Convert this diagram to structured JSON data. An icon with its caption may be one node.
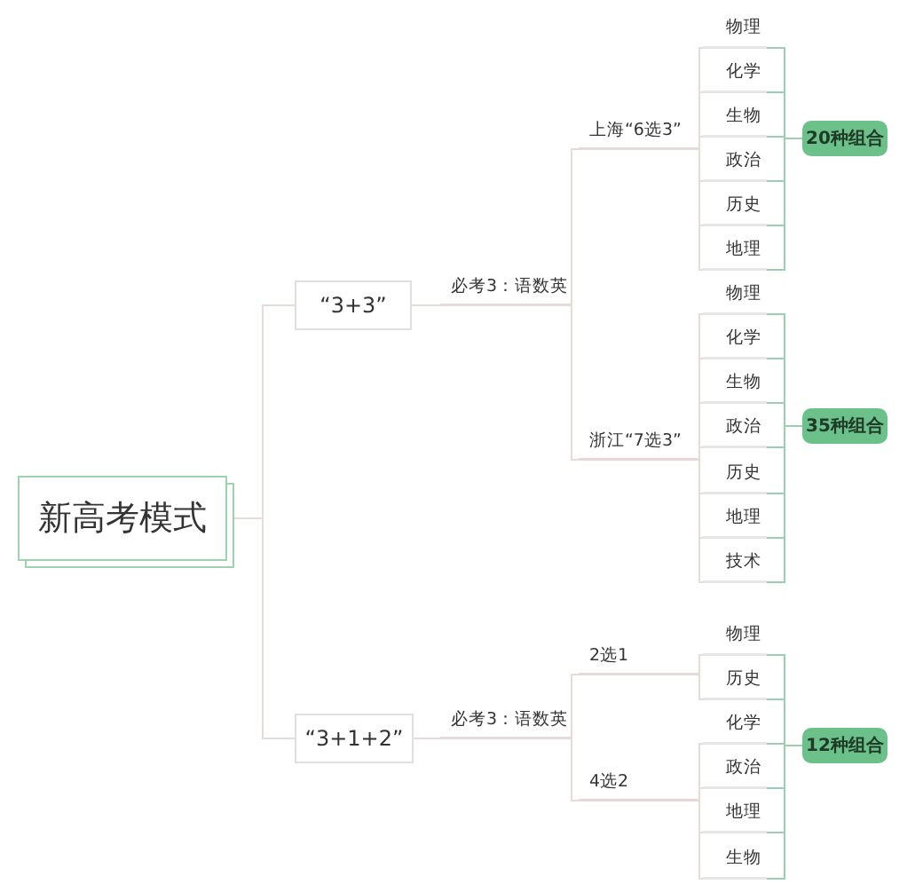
{
  "diagram": {
    "nodes": [
      {
        "text": [
          "新高考模式"
        ]
      },
      {
        "text": [
          "“3+3”"
        ]
      },
      {
        "text": [
          "必考3：语数英"
        ]
      },
      {
        "text": [
          "上海“6选3”"
        ]
      },
      {
        "text": [
          "物理"
        ]
      },
      {
        "text": [
          "化学"
        ]
      },
      {
        "text": [
          "生物"
        ]
      },
      {
        "text": [
          "政治"
        ]
      },
      {
        "text": [
          "历史"
        ]
      },
      {
        "text": [
          "地理"
        ]
      },
      {
        "text": [
          "20种组合"
        ]
      },
      {
        "text": [
          "浙江“7选3”"
        ]
      },
      {
        "text": [
          "物理"
        ]
      },
      {
        "text": [
          "化学"
        ]
      },
      {
        "text": [
          "生物"
        ]
      },
      {
        "text": [
          "政治"
        ]
      },
      {
        "text": [
          "历史"
        ]
      },
      {
        "text": [
          "地理"
        ]
      },
      {
        "text": [
          "技术"
        ]
      },
      {
        "text": [
          "35种组合"
        ]
      },
      {
        "text": [
          "“3+1+2”"
        ]
      },
      {
        "text": [
          "必考3：语数英"
        ]
      },
      {
        "text": [
          "2选1"
        ]
      },
      {
        "text": [
          "物理"
        ]
      },
      {
        "text": [
          "历史"
        ]
      },
      {
        "text": [
          "4选2"
        ]
      },
      {
        "text": [
          "化学"
        ]
      },
      {
        "text": [
          "政治"
        ]
      },
      {
        "text": [
          "地理"
        ]
      },
      {
        "text": [
          "生物"
        ]
      },
      {
        "text": [
          "12种组合"
        ]
      }
    ],
    "edges": [
      {
        "from": 0,
        "to": 1,
        "arrow": "none"
      },
      {
        "from": 0,
        "to": 20,
        "arrow": "none"
      },
      {
        "from": 1,
        "to": 2,
        "arrow": "none"
      },
      {
        "from": 2,
        "to": 3,
        "arrow": "none"
      },
      {
        "from": 2,
        "to": 11,
        "arrow": "none"
      },
      {
        "from": 3,
        "to": 4,
        "arrow": "none"
      },
      {
        "from": 3,
        "to": 5,
        "arrow": "none"
      },
      {
        "from": 3,
        "to": 6,
        "arrow": "none"
      },
      {
        "from": 3,
        "to": 7,
        "arrow": "none"
      },
      {
        "from": 3,
        "to": 8,
        "arrow": "none"
      },
      {
        "from": 3,
        "to": 9,
        "arrow": "none"
      },
      {
        "from": 4,
        "to": 10,
        "arrow": "none",
        "color": "#9ccfae"
      },
      {
        "from": 5,
        "to": 10,
        "arrow": "none",
        "color": "#9ccfae"
      },
      {
        "from": 6,
        "to": 10,
        "arrow": "none",
        "color": "#9ccfae"
      },
      {
        "from": 7,
        "to": 10,
        "arrow": "none",
        "color": "#9ccfae"
      },
      {
        "from": 8,
        "to": 10,
        "arrow": "none",
        "color": "#9ccfae"
      },
      {
        "from": 9,
        "to": 10,
        "arrow": "none",
        "color": "#9ccfae"
      },
      {
        "from": 11,
        "to": 12,
        "arrow": "none"
      },
      {
        "from": 11,
        "to": 13,
        "arrow": "none"
      },
      {
        "from": 11,
        "to": 14,
        "arrow": "none"
      },
      {
        "from": 11,
        "to": 15,
        "arrow": "none"
      },
      {
        "from": 11,
        "to": 16,
        "arrow": "none"
      },
      {
        "from": 11,
        "to": 17,
        "arrow": "none"
      },
      {
        "from": 11,
        "to": 18,
        "arrow": "none"
      },
      {
        "from": 12,
        "to": 19,
        "arrow": "none",
        "color": "#9ccfae"
      },
      {
        "from": 13,
        "to": 19,
        "arrow": "none",
        "color": "#9ccfae"
      },
      {
        "from": 14,
        "to": 19,
        "arrow": "none",
        "color": "#9ccfae"
      },
      {
        "from": 15,
        "to": 19,
        "arrow": "none",
        "color": "#9ccfae"
      },
      {
        "from": 16,
        "to": 19,
        "arrow": "none",
        "color": "#9ccfae"
      },
      {
        "from": 17,
        "to": 19,
        "arrow": "none",
        "color": "#9ccfae"
      },
      {
        "from": 18,
        "to": 19,
        "arrow": "none",
        "color": "#9ccfae"
      },
      {
        "from": 20,
        "to": 21,
        "arrow": "none"
      },
      {
        "from": 21,
        "to": 22,
        "arrow": "none"
      },
      {
        "from": 21,
        "to": 25,
        "arrow": "none"
      },
      {
        "from": 22,
        "to": 23,
        "arrow": "none"
      },
      {
        "from": 22,
        "to": 24,
        "arrow": "none"
      },
      {
        "from": 25,
        "to": 26,
        "arrow": "none"
      },
      {
        "from": 25,
        "to": 27,
        "arrow": "none"
      },
      {
        "from": 25,
        "to": 28,
        "arrow": "none"
      },
      {
        "from": 25,
        "to": 29,
        "arrow": "none"
      },
      {
        "from": 23,
        "to": 30,
        "arrow": "none",
        "color": "#9ccfae"
      },
      {
        "from": 24,
        "to": 30,
        "arrow": "none",
        "color": "#9ccfae"
      },
      {
        "from": 26,
        "to": 30,
        "arrow": "none",
        "color": "#9ccfae"
      },
      {
        "from": 27,
        "to": 30,
        "arrow": "none",
        "color": "#9ccfae"
      },
      {
        "from": 28,
        "to": 30,
        "arrow": "none",
        "color": "#9ccfae"
      },
      {
        "from": 29,
        "to": 30,
        "arrow": "none",
        "color": "#9ccfae"
      }
    ]
  }
}
